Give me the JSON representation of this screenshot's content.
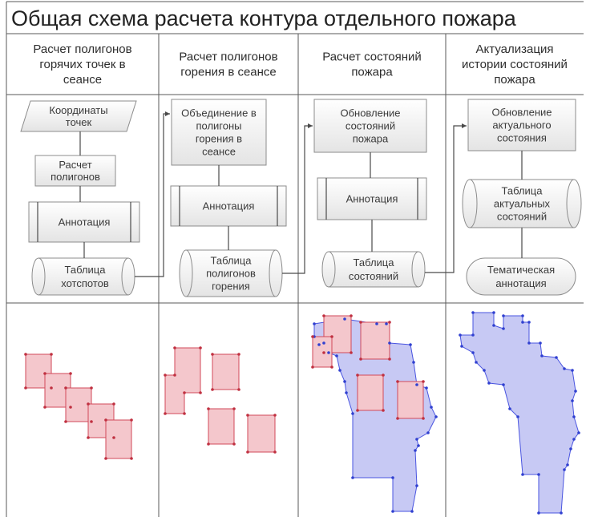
{
  "title": "Общая схема расчета контура отдельного пожара",
  "columns": [
    {
      "header": [
        "Расчет полигонов",
        "горячих точек в",
        "сеансе"
      ]
    },
    {
      "header": [
        "Расчет полигонов",
        "горения в сеансе"
      ]
    },
    {
      "header": [
        "Расчет состояний",
        "пожара"
      ]
    },
    {
      "header": [
        "Актуализация",
        "истории состояний",
        "пожара"
      ]
    }
  ],
  "nodes": {
    "coordinates": [
      "Координаты",
      "точек"
    ],
    "calc_polygons": [
      "Расчет",
      "полигонов"
    ],
    "annotation_1": [
      "Аннотация"
    ],
    "hotspot_table": [
      "Таблица",
      "хотспотов"
    ],
    "merge_polygons": [
      "Объединение в",
      "полигоны",
      "горения в",
      "сеансе"
    ],
    "annotation_2": [
      "Аннотация"
    ],
    "burn_polygon_table": [
      "Таблица",
      "полигонов",
      "горения"
    ],
    "update_states": [
      "Обновление",
      "состояний",
      "пожара"
    ],
    "annotation_3": [
      "Аннотация"
    ],
    "state_table": [
      "Таблица",
      "состояний"
    ],
    "update_actual": [
      "Обновление",
      "актуального",
      "состояния"
    ],
    "actual_state_table": [
      "Таблица",
      "актуальных",
      "состояний"
    ],
    "thematic_annotation": [
      "Тематическая",
      "аннотация"
    ]
  },
  "colors": {
    "hotspot_fill": "#f4c7cc",
    "hotspot_stroke": "#d24a5a",
    "contour_fill": "#c7c9f4",
    "contour_stroke": "#4a55e0"
  }
}
